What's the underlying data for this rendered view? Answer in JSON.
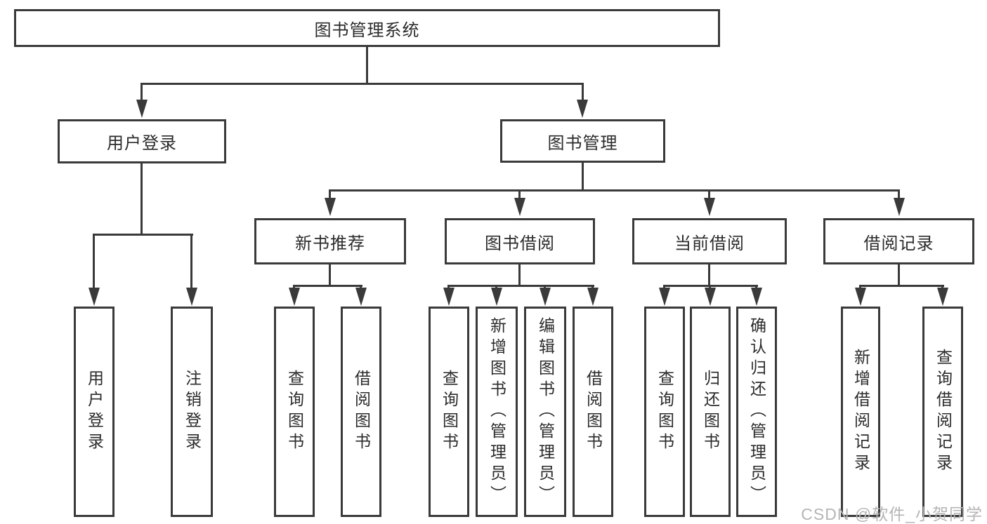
{
  "diagram": {
    "root": {
      "label": "图书管理系统"
    },
    "user_login": {
      "label": "用户登录",
      "children": [
        {
          "label": "用户登录"
        },
        {
          "label": "注销登录"
        }
      ]
    },
    "book_management": {
      "label": "图书管理",
      "sections": [
        {
          "label": "新书推荐",
          "children": [
            {
              "label": "查询图书"
            },
            {
              "label": "借阅图书"
            }
          ]
        },
        {
          "label": "图书借阅",
          "children": [
            {
              "label": "查询图书"
            },
            {
              "label": "新增图书（管理员）"
            },
            {
              "label": "编辑图书（管理员）"
            },
            {
              "label": "借阅图书"
            }
          ]
        },
        {
          "label": "当前借阅",
          "children": [
            {
              "label": "查询图书"
            },
            {
              "label": "归还图书"
            },
            {
              "label": "确认归还（管理员）"
            }
          ]
        },
        {
          "label": "借阅记录",
          "children": [
            {
              "label": "新增借阅记录"
            },
            {
              "label": "查询借阅记录"
            }
          ]
        }
      ]
    },
    "watermark": "CSDN @软件_小贺同学",
    "colors": {
      "line": "#3a3a3a",
      "text": "#2b2b2b",
      "watermark": "#b5b5b5",
      "background": "#ffffff"
    }
  }
}
